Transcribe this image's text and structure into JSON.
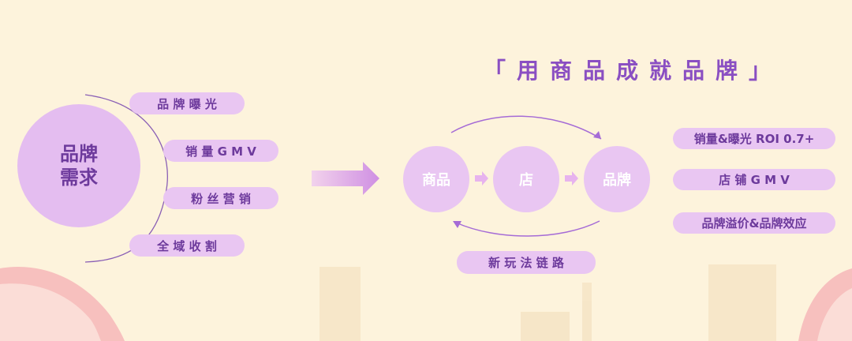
{
  "colors": {
    "background": "#fdf3dc",
    "pill": "#e9c6f2",
    "circle": "#e4bdf0",
    "text_purple": "#6d3a9c",
    "title_purple": "#8a4fc2",
    "arrow": "#a56bd6",
    "wave_pink": "#f6b6b8"
  },
  "left": {
    "circle_line1": "品牌",
    "circle_line2": "需求",
    "items": [
      "品 牌 曝 光",
      "销 量 G M V",
      "粉 丝 营 销",
      "全 域 收 割"
    ]
  },
  "title": "「用商品成就品牌」",
  "flow": {
    "nodes": [
      "商品",
      "店",
      "品牌"
    ],
    "loop_label": "新 玩 法 链 路"
  },
  "results": [
    "销量&曝光 ROI 0.7+",
    "店 铺 G M V",
    "品牌溢价&品牌效应"
  ],
  "icons": {
    "main_arrow": "right-arrow-icon",
    "small_arrow": "small-right-arrow-icon",
    "loop_arrow": "curved-arrow-icon"
  }
}
